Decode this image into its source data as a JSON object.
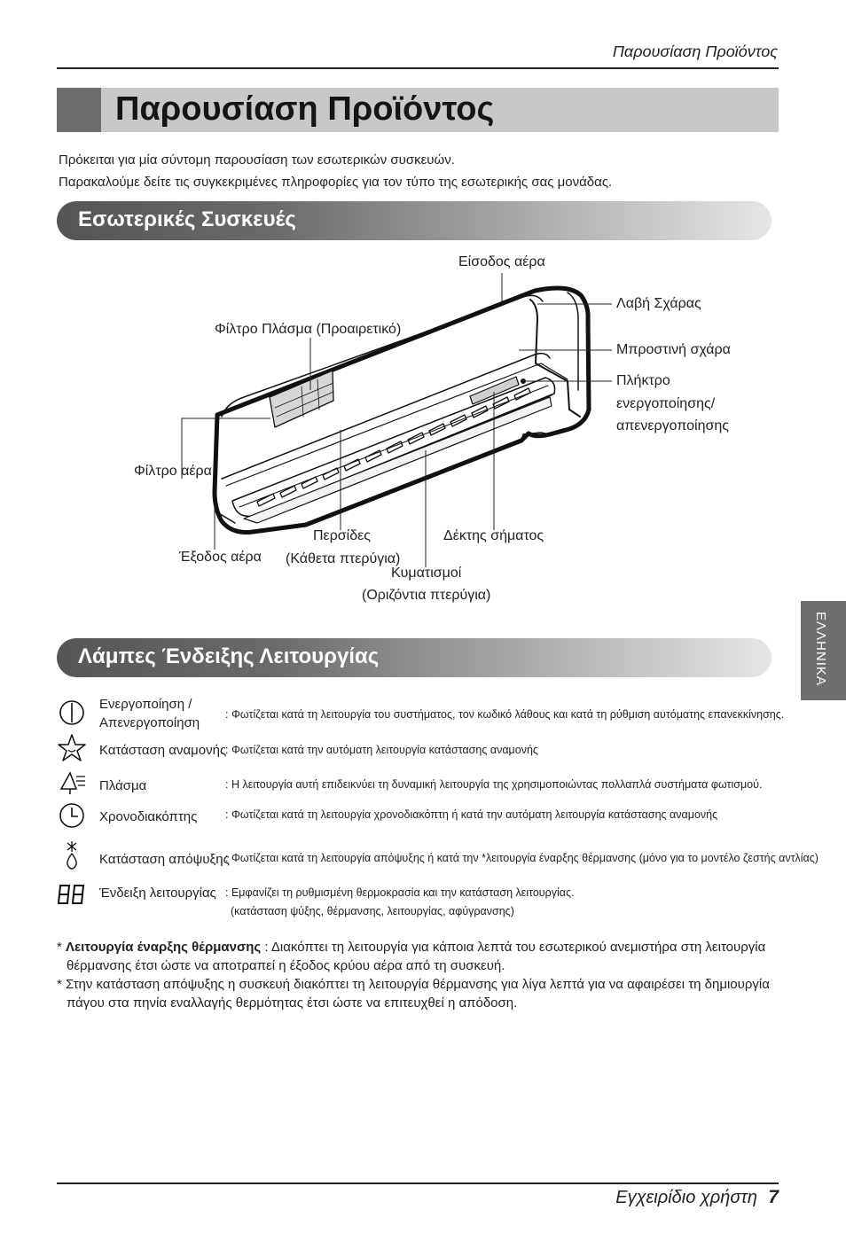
{
  "header": {
    "running_title": "Παρουσίαση Προϊόντος"
  },
  "page_title": "Παρουσίαση Προϊόντος",
  "intro": [
    "Πρόκειται για μία σύντομη παρουσίαση των εσωτερικών συσκευών.",
    "Παρακαλούμε δείτε τις συγκεκριμένες πληροφορίες για τον τύπο της εσωτερικής σας μονάδας."
  ],
  "section1": {
    "title": "Εσωτερικές Συσκευές"
  },
  "diagram": {
    "air_inlet": "Είσοδος αέρα",
    "grille_handle": "Λαβή Σχάρας",
    "plasma_filter": "Φίλτρο Πλάσμα (Προαιρετικό)",
    "front_grille": "Μπροστινή σχάρα",
    "onoff_button_1": "Πλήκτρο",
    "onoff_button_2": "ενεργοποίησης/",
    "onoff_button_3": "απενεργοποίησης",
    "air_filter": "Φίλτρο αέρα",
    "louvers_1": "Περσίδες",
    "louvers_2": "(Κάθετα πτερύγια)",
    "signal_receiver": "Δέκτης σήματος",
    "air_outlet": "Έξοδος αέρα",
    "flaps_1": "Κυματισμοί",
    "flaps_2": "(Οριζόντια πτερύγια)"
  },
  "side_tab": "ΕΛΛΗΝΙΚΑ",
  "section2": {
    "title": "Λάμπες Ένδειξης Λειτουργίας"
  },
  "lamps": [
    {
      "icon": "power-icon",
      "name_line1": "Ενεργοποίηση /",
      "name_line2": "Απενεργοποίηση",
      "desc": ": Φωτίζεται κατά τη λειτουργία του συστήματος, τον κωδικό λάθους και κατά τη ρύθμιση αυτόματης επανεκκίνησης."
    },
    {
      "icon": "standby-star-icon",
      "name_line1": "Κατάσταση αναμονής",
      "desc": ": Φωτίζεται κατά την αυτόματη λειτουργία κατάστασης αναμονής"
    },
    {
      "icon": "plasma-icon",
      "name_line1": "Πλάσμα",
      "desc": ": Η λειτουργία αυτή επιδεικνύει τη δυναμική λειτουργία της χρησιμοποιώντας πολλαπλά συστήματα φωτισμού."
    },
    {
      "icon": "timer-clock-icon",
      "name_line1": "Χρονοδιακόπτης",
      "desc": ": Φωτίζεται κατά τη λειτουργία χρονοδιακόπτη ή κατά την αυτόματη λειτουργία κατάστασης αναμονής"
    },
    {
      "icon": "defrost-icon",
      "name_line1": "Κατάσταση απόψυξης",
      "desc": ": Φωτίζεται κατά τη λειτουργία απόψυξης ή κατά την *λειτουργία έναρξης θέρμανσης (μόνο για το μοντέλο ζεστής αντλίας)"
    },
    {
      "icon": "segment-display-icon",
      "name_line1": "Ένδειξη λειτουργίας",
      "desc": ": Εμφανίζει τη ρυθμισμένη θερμοκρασία και την κατάσταση λειτουργίας.",
      "desc2": "(κατάσταση ψύξης, θέρμανσης, λειτουργίας, αφύγρανσης)"
    }
  ],
  "notes": {
    "note1_bold": "Λειτουργία έναρξης θέρμανσης",
    "note1_text": " : Διακόπτει τη λειτουργία για κάποια λεπτά του εσωτερικού ανεμιστήρα στη λειτουργία",
    "note1_line2": "θέρμανσης έτσι ώστε να αποτραπεί η έξοδος κρύου αέρα από τη συσκευή.",
    "note2_line1": "Στην κατάσταση απόψυξης η συσκευή διακόπτει τη λειτουργία θέρμανσης για λίγα λεπτά για να αφαιρέσει τη δημιουργία",
    "note2_line2": "πάγου στα πηνία εναλλαγής θερμότητας έτσι ώστε να επιτευχθεί η απόδοση."
  },
  "footer": {
    "manual": "Εγχειρίδιο χρήστη",
    "page": "7"
  }
}
